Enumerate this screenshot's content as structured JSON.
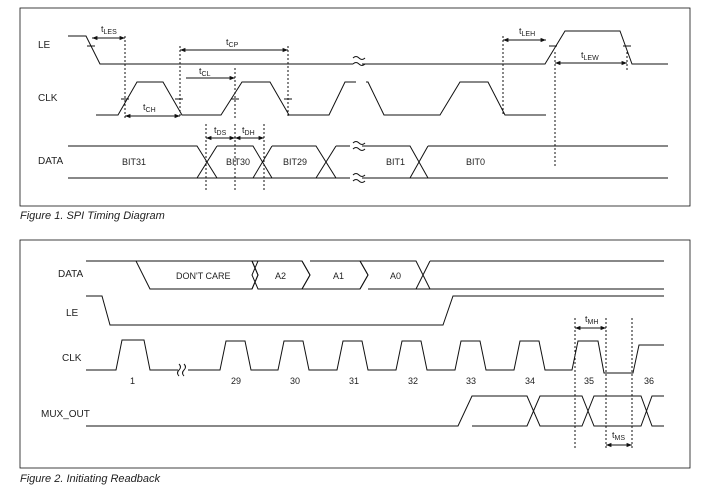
{
  "figure1": {
    "caption": "Figure 1. SPI Timing Diagram",
    "signals": {
      "le": "LE",
      "clk": "CLK",
      "data": "DATA"
    },
    "bits": {
      "bit31": "BIT31",
      "bit30": "BIT30",
      "bit29": "BIT29",
      "bit1": "BIT1",
      "bit0": "BIT0"
    },
    "timing": {
      "les": {
        "main": "t",
        "sub": "LES"
      },
      "cp": {
        "main": "t",
        "sub": "CP"
      },
      "cl": {
        "main": "t",
        "sub": "CL"
      },
      "ch": {
        "main": "t",
        "sub": "CH"
      },
      "ds": {
        "main": "t",
        "sub": "DS"
      },
      "dh": {
        "main": "t",
        "sub": "DH"
      },
      "leh": {
        "main": "t",
        "sub": "LEH"
      },
      "lew": {
        "main": "t",
        "sub": "LEW"
      }
    }
  },
  "figure2": {
    "caption": "Figure 2. Initiating Readback",
    "signals": {
      "data": "DATA",
      "le": "LE",
      "clk": "CLK",
      "mux_out": "MUX_OUT"
    },
    "data_fields": {
      "dont_care": "DON'T CARE",
      "a2": "A2",
      "a1": "A1",
      "a0": "A0"
    },
    "clock_numbers": [
      "1",
      "29",
      "30",
      "31",
      "32",
      "33",
      "34",
      "35",
      "36"
    ],
    "timing": {
      "mh": {
        "main": "t",
        "sub": "MH"
      },
      "ms": {
        "main": "t",
        "sub": "MS"
      }
    }
  }
}
